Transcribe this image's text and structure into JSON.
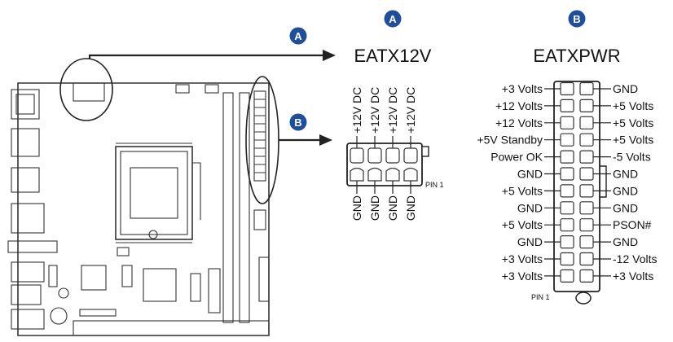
{
  "badges": {
    "a_main": "A",
    "b_main": "B",
    "a_header": "A",
    "b_header": "B"
  },
  "colors": {
    "badge": "#1f4e9a",
    "line": "#222222"
  },
  "eatx12v": {
    "title": "EATX12V",
    "top_labels": [
      "+12V DC",
      "+12V DC",
      "+12V DC",
      "+12V DC"
    ],
    "bottom_labels": [
      "GND",
      "GND",
      "GND",
      "GND"
    ],
    "pin1": "PIN 1"
  },
  "eatxpwr": {
    "title": "EATXPWR",
    "left": [
      "+3 Volts",
      "+12 Volts",
      "+12 Volts",
      "+5V Standby",
      "Power OK",
      "GND",
      "+5 Volts",
      "GND",
      "+5 Volts",
      "GND",
      "+3 Volts",
      "+3 Volts"
    ],
    "right": [
      "GND",
      "+5 Volts",
      "+5 Volts",
      "+5 Volts",
      "-5 Volts",
      "GND",
      "GND",
      "GND",
      "PSON#",
      "GND",
      "-12 Volts",
      "+3 Volts"
    ],
    "pin1": "PIN 1"
  }
}
